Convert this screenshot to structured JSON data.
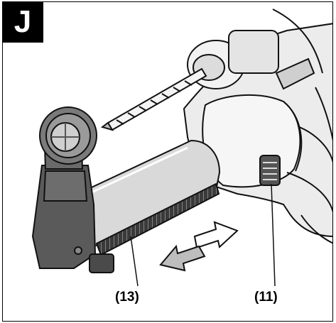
{
  "figure": {
    "panel_label": "J",
    "callouts": [
      {
        "id": "13",
        "text": "(13)"
      },
      {
        "id": "11",
        "text": "(11)"
      }
    ],
    "colors": {
      "outline": "#111111",
      "body_gray": "#d9d9d9",
      "dark_part": "#4a4a4a",
      "arrow_fill": "#bdbdbd"
    },
    "icons": [
      "drill-body",
      "drill-bit",
      "dust-extraction-attachment",
      "release-button",
      "slide-arrows"
    ]
  }
}
